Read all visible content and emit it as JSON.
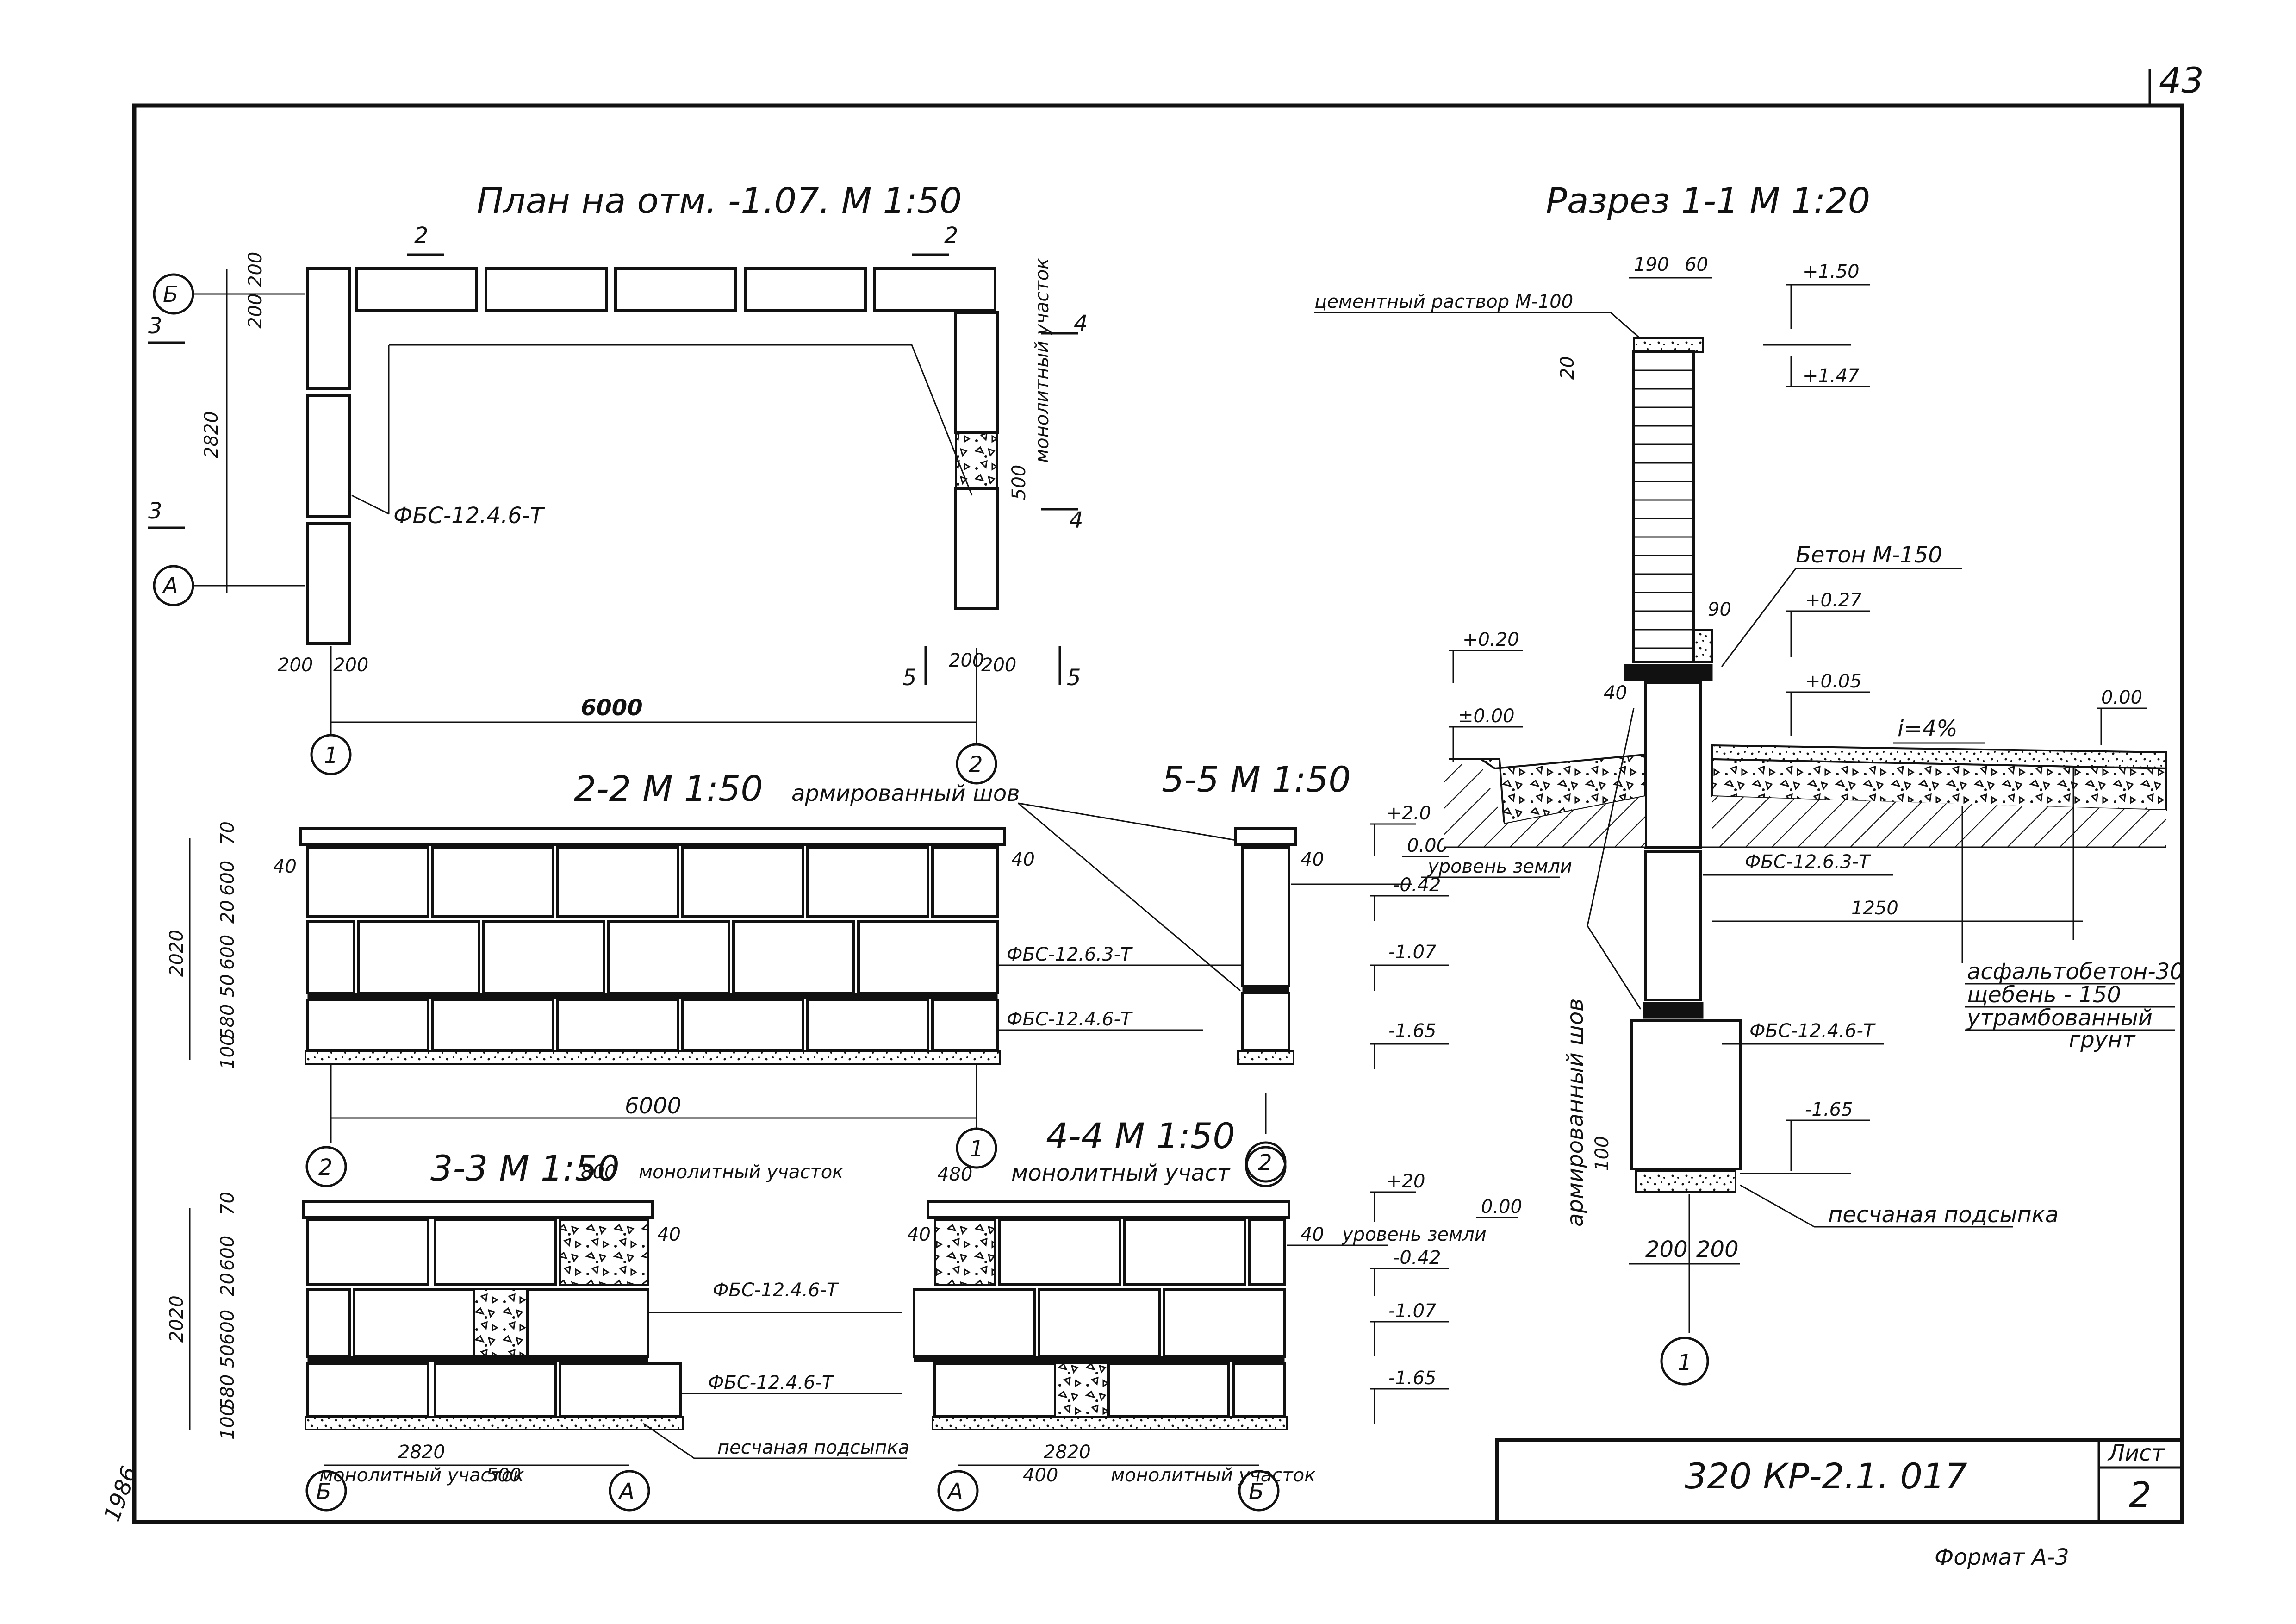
{
  "sheet_number": "43",
  "format": "Формат А-3",
  "margin_note": "1986",
  "title_block": {
    "code": "320 КР-2.1. 017",
    "sheet_label": "Лист",
    "sheet_value": "2"
  },
  "views": {
    "plan": {
      "title": "План на отм. -1.07. М 1:50",
      "monolith_label": "монолитный участок",
      "block_label": "ФБС-12.4.6-Т",
      "axes": [
        "Б",
        "А",
        "1",
        "2"
      ],
      "cuts": [
        "2",
        "2",
        "3",
        "3",
        "4",
        "4",
        "5",
        "5"
      ],
      "dims": {
        "d200a": "200",
        "d200b": "200",
        "d2820": "2820",
        "d500": "500",
        "d200c": "200",
        "d200d": "200",
        "d200e": "200",
        "d200f": "200",
        "d6000": "6000"
      }
    },
    "sec22": {
      "title": "2-2 М 1:50",
      "seam_label": "армированный шов",
      "block_top": "ФБС-12.6.3-Т",
      "block_bot": "ФБС-12.4.6-Т",
      "dims": {
        "d2020": "2020",
        "d70": "70",
        "d600a": "600",
        "d20": "20",
        "d600b": "600",
        "d50": "50",
        "d580": "580",
        "d100": "100",
        "d40a": "40",
        "d40b": "40",
        "d6000": "6000"
      },
      "axes": [
        "2",
        "1"
      ]
    },
    "sec55": {
      "title": "5-5 М 1:50",
      "dim40": "40",
      "axis": "2",
      "levels": {
        "l20": "+2.0",
        "l000": "0.00",
        "ground": "уровень земли",
        "l042": "-0.42",
        "l107": "-1.07",
        "l165": "-1.65"
      }
    },
    "sec33": {
      "title": "3-3 М 1:50",
      "dim800": "800",
      "monolith_label": "монолитный участок",
      "block_a": "ФБС-12.4.6-Т",
      "block_b": "ФБС-12.4.6-Т",
      "sand": "песчаная подсыпка",
      "dims": {
        "d2020": "2020",
        "d70": "70",
        "d600a": "600",
        "d20": "20",
        "d600b": "600",
        "d50": "50",
        "d580": "580",
        "d100": "100",
        "d40": "40",
        "d2820": "2820",
        "d500": "500"
      },
      "monolith_bottom": "монолитный участок",
      "axes": [
        "Б",
        "А"
      ]
    },
    "sec44": {
      "title": "4-4 М 1:50",
      "monolith_label": "монолитный участ",
      "dim480": "480",
      "dim40a": "40",
      "dim40b": "40",
      "dim2820": "2820",
      "dim400": "400",
      "monolith_bottom": "монолитный участок",
      "axes": [
        "А",
        "Б"
      ],
      "levels": {
        "l20": "+20",
        "ground": "уровень земли",
        "l000": "0.00",
        "l042": "-0.42",
        "l107": "-1.07",
        "l165": "-1.65"
      }
    },
    "sec11": {
      "title": "Разрез 1-1 М 1:20",
      "mortar": "цементный раствор М-100",
      "dim190": "190",
      "dim60": "60",
      "dim20": "20",
      "dim90": "90",
      "dim40": "40",
      "dim1250": "1250",
      "dim100": "100",
      "dim200a": "200",
      "dim200b": "200",
      "levels": {
        "l150": "+1.50",
        "l147": "+1.47",
        "l027": "+0.27",
        "l005": "+0.05",
        "l000r": "0.00",
        "l020": "+0.20",
        "l000l": "±0.00"
      },
      "concrete": "Бетон М-150",
      "slope": "i=4%",
      "block_top": "ФБС-12.6.3-Т",
      "block_bot": "ФБС-12.4.6-Т",
      "legend": [
        "асфальтобетон-30",
        "щебень - 150",
        "утрамбованный",
        "грунт"
      ],
      "seam_label": "армированный шов",
      "level165": "-1.65",
      "sand": "песчаная подсыпка",
      "axis": "1"
    }
  }
}
